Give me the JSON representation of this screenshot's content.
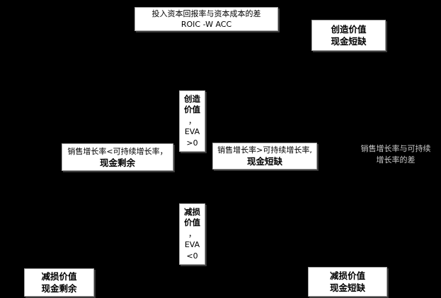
{
  "canvas": {
    "background_color": "#000000",
    "box_fill_color": "#ffffff",
    "box_border_color": "#a3a3a3",
    "box_text_color": "#000000",
    "axis_text_color": "#c9c9c9"
  },
  "vertical_axis_label": {
    "line1": "投入资本回报率与资本成本的差",
    "line2": "ROIC -W ACC"
  },
  "horizontal_axis_label": {
    "line1": "销售增长率与可持续",
    "line2": "增长率的差"
  },
  "center_boxes": {
    "top": {
      "lines": [
        "创造",
        "价值",
        "，",
        "EVA",
        ">0"
      ]
    },
    "bottom": {
      "lines": [
        "减损",
        "价值",
        "，",
        "EVA",
        "<0"
      ]
    }
  },
  "condition_boxes": {
    "left": {
      "condition": "销售增长率<可持续增长率，",
      "result": "现金剩余"
    },
    "right": {
      "condition": "销售增长率>可持续增长率,",
      "result": "现金短缺"
    }
  },
  "quadrant_boxes": {
    "top_right": {
      "line1": "创造价值",
      "line2": "现金短缺"
    },
    "bottom_left": {
      "line1": "减损价值",
      "line2": "现金剩余"
    },
    "bottom_right": {
      "line1": "减损价值",
      "line2": "现金短缺"
    }
  }
}
